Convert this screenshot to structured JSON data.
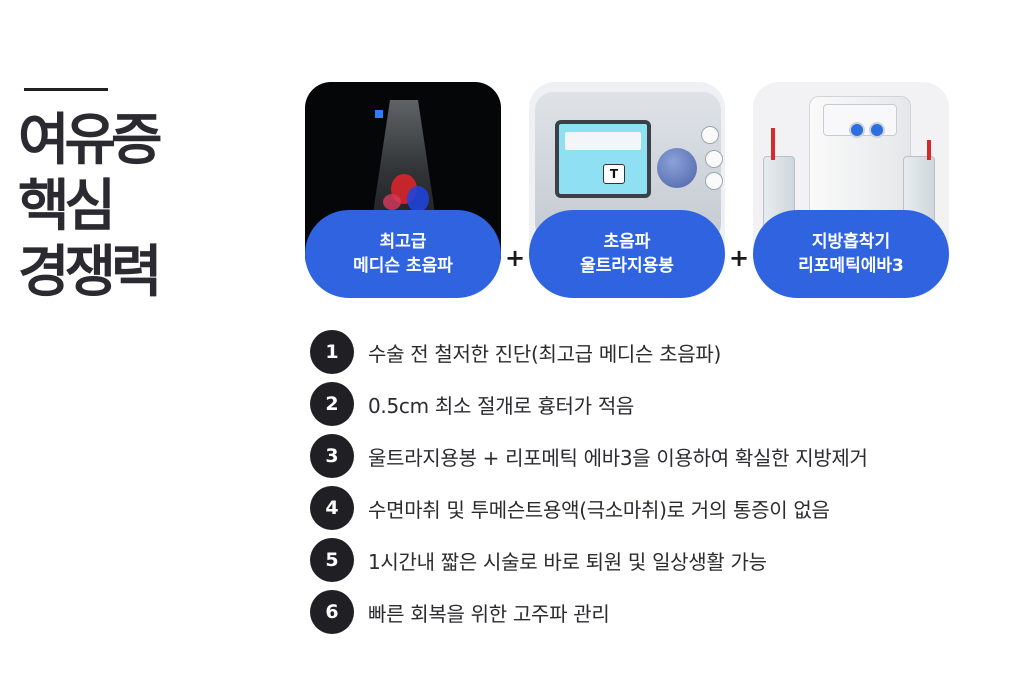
{
  "heading": {
    "lines": [
      "여유증",
      "핵심",
      "경쟁력"
    ]
  },
  "cards": [
    {
      "line1": "최고급",
      "line2": "메디슨 초음파",
      "image": "ultrasound-scan"
    },
    {
      "line1": "초음파",
      "line2": "울트라지용봉",
      "image": "ultra-z-device"
    },
    {
      "line1": "지방흡착기",
      "line2": "리포메틱에바3",
      "image": "liposuction-machine"
    }
  ],
  "plus_sign": "+",
  "device_screen_button": "T",
  "features": [
    {
      "num": "1",
      "text": "수술 전 철저한 진단(최고급 메디슨 초음파)"
    },
    {
      "num": "2",
      "text": "0.5cm 최소 절개로 흉터가 적음"
    },
    {
      "num": "3",
      "text": "울트라지용봉 + 리포메틱 에바3을 이용하여 확실한 지방제거"
    },
    {
      "num": "4",
      "text": "수면마취 및 투메슨트용액(극소마취)로 거의 통증이 없음"
    },
    {
      "num": "5",
      "text": "1시간내 짧은 시술로 바로 퇴원 및 일상생활 가능"
    },
    {
      "num": "6",
      "text": "빠른 회복을 위한 고주파 관리"
    }
  ],
  "colors": {
    "accent_blue": "#2f63e0",
    "dark": "#1f1f24"
  }
}
